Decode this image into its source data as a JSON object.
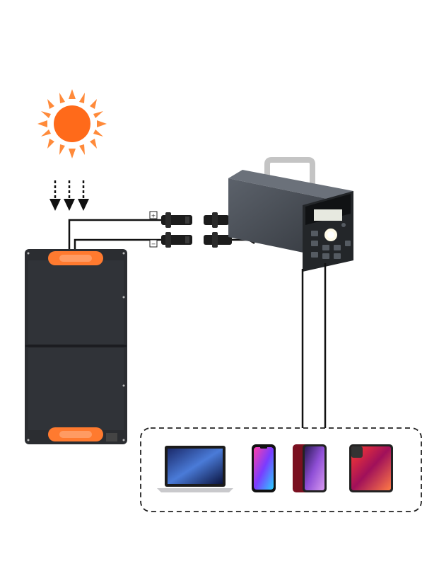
{
  "diagram": {
    "nodes": [
      {
        "id": "sun",
        "icon": "sun-icon"
      },
      {
        "id": "sunlight",
        "icon": "down-arrows-icon"
      },
      {
        "id": "solar-panel",
        "icon": "foldable-solar-panel-icon"
      },
      {
        "id": "power-station",
        "icon": "portable-power-station-icon"
      },
      {
        "id": "device-laptop",
        "icon": "laptop-icon"
      },
      {
        "id": "device-phone-1",
        "icon": "smartphone-icon"
      },
      {
        "id": "device-phone-2",
        "icon": "smartphone-icon"
      },
      {
        "id": "device-tablet",
        "icon": "tablet-icon"
      }
    ],
    "connectors": {
      "positive_label": "+",
      "negative_label": "−"
    }
  },
  "colors": {
    "sun": "#ff6a1a",
    "sun_rays": "#ff8a3a",
    "panel": "#2b2d31",
    "panel_handle": "#ff7a2f",
    "station_body": "#4a4f57",
    "wire": "#111111",
    "dashed_border": "#222222"
  }
}
